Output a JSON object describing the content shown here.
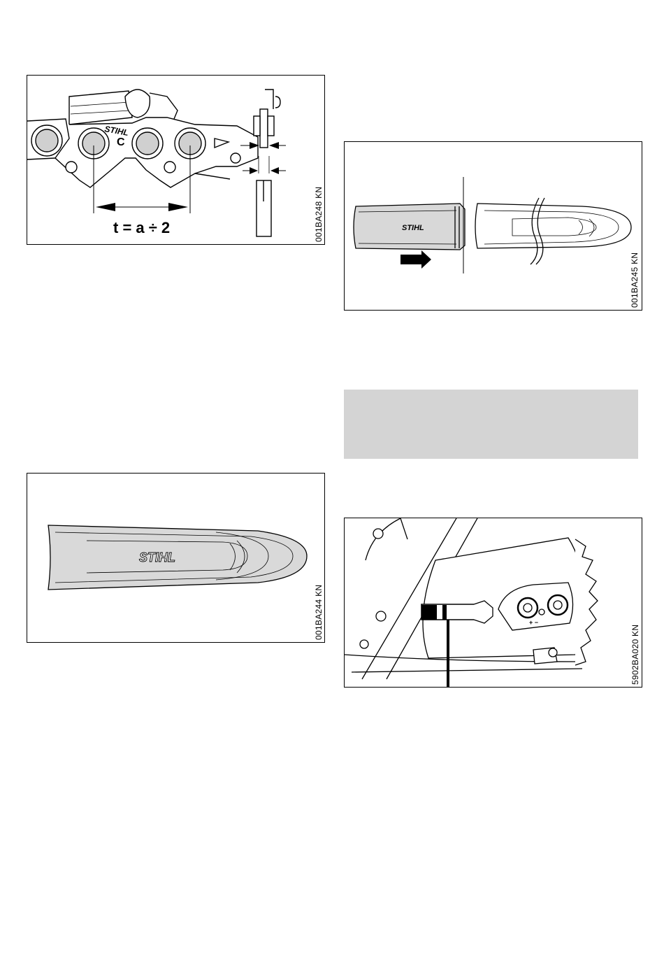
{
  "figures": {
    "chain": {
      "code": "001BA248 KN",
      "formula": "t = a ÷ 2",
      "mark_c": "C",
      "brand": "STIHL"
    },
    "scabbard_fit": {
      "code": "001BA245 KN",
      "brand": "STIHL"
    },
    "scabbard": {
      "code": "001BA244 KN",
      "brand": "STIHL"
    },
    "tensioner": {
      "code": "5902BA020 KN",
      "plus_minus": "+ −"
    }
  }
}
